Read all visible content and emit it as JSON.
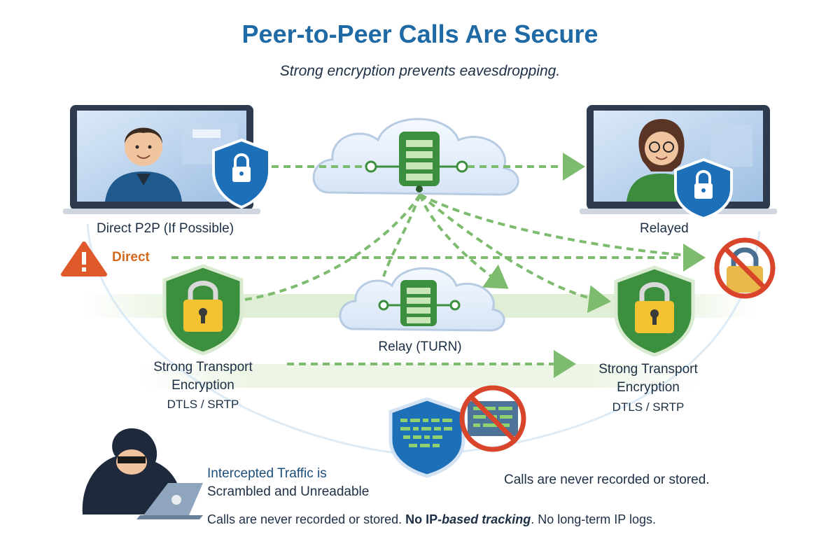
{
  "header": {
    "title": "Peer-to-Peer Calls Are Secure",
    "subtitle": "Strong encryption prevents eavesdropping."
  },
  "labels": {
    "direct_p2p": "Direct P2P",
    "direct_p2p_note": "(If Possible)",
    "relayed": "Relayed",
    "direct": "Direct",
    "relay": "Relay (TURN)",
    "encryption_left": "Strong Transport Encryption",
    "protocol_left": "DTLS / SRTP",
    "encryption_right": "Strong Transport Encryption",
    "protocol_right": "DTLS / SRTP",
    "intercepted_line1": "Intercepted Traffic is",
    "intercepted_line2": "Scrambled and Unreadable",
    "never_recorded_right": "Calls are never recorded or stored.",
    "bottom_part1": "Calls are never recorded or stored.",
    "bottom_part2": "No IP",
    "bottom_part3": "-based tracking",
    "bottom_part4": ". No long-term IP logs."
  },
  "icons": {
    "left_monitor": "monitor-user-man-icon",
    "right_monitor": "monitor-user-woman-icon",
    "cloud_top": "cloud-server-icon",
    "cloud_mid": "cloud-relay-server-icon",
    "shield_left": "shield-lock-icon",
    "shield_right": "shield-lock-icon",
    "warning": "warning-icon",
    "no_lock": "prohibited-lock-icon",
    "no_data": "prohibited-data-icon",
    "hacker": "hacker-laptop-icon"
  },
  "colors": {
    "title": "#1f6aa5",
    "text": "#1d2f45",
    "accent_orange": "#d2691e",
    "shield_blue": "#1d6fb8",
    "shield_green": "#3c8f3e",
    "lock_yellow": "#f2c230",
    "prohibit_red": "#d9452b",
    "flow_green": "#7dbb6e"
  }
}
